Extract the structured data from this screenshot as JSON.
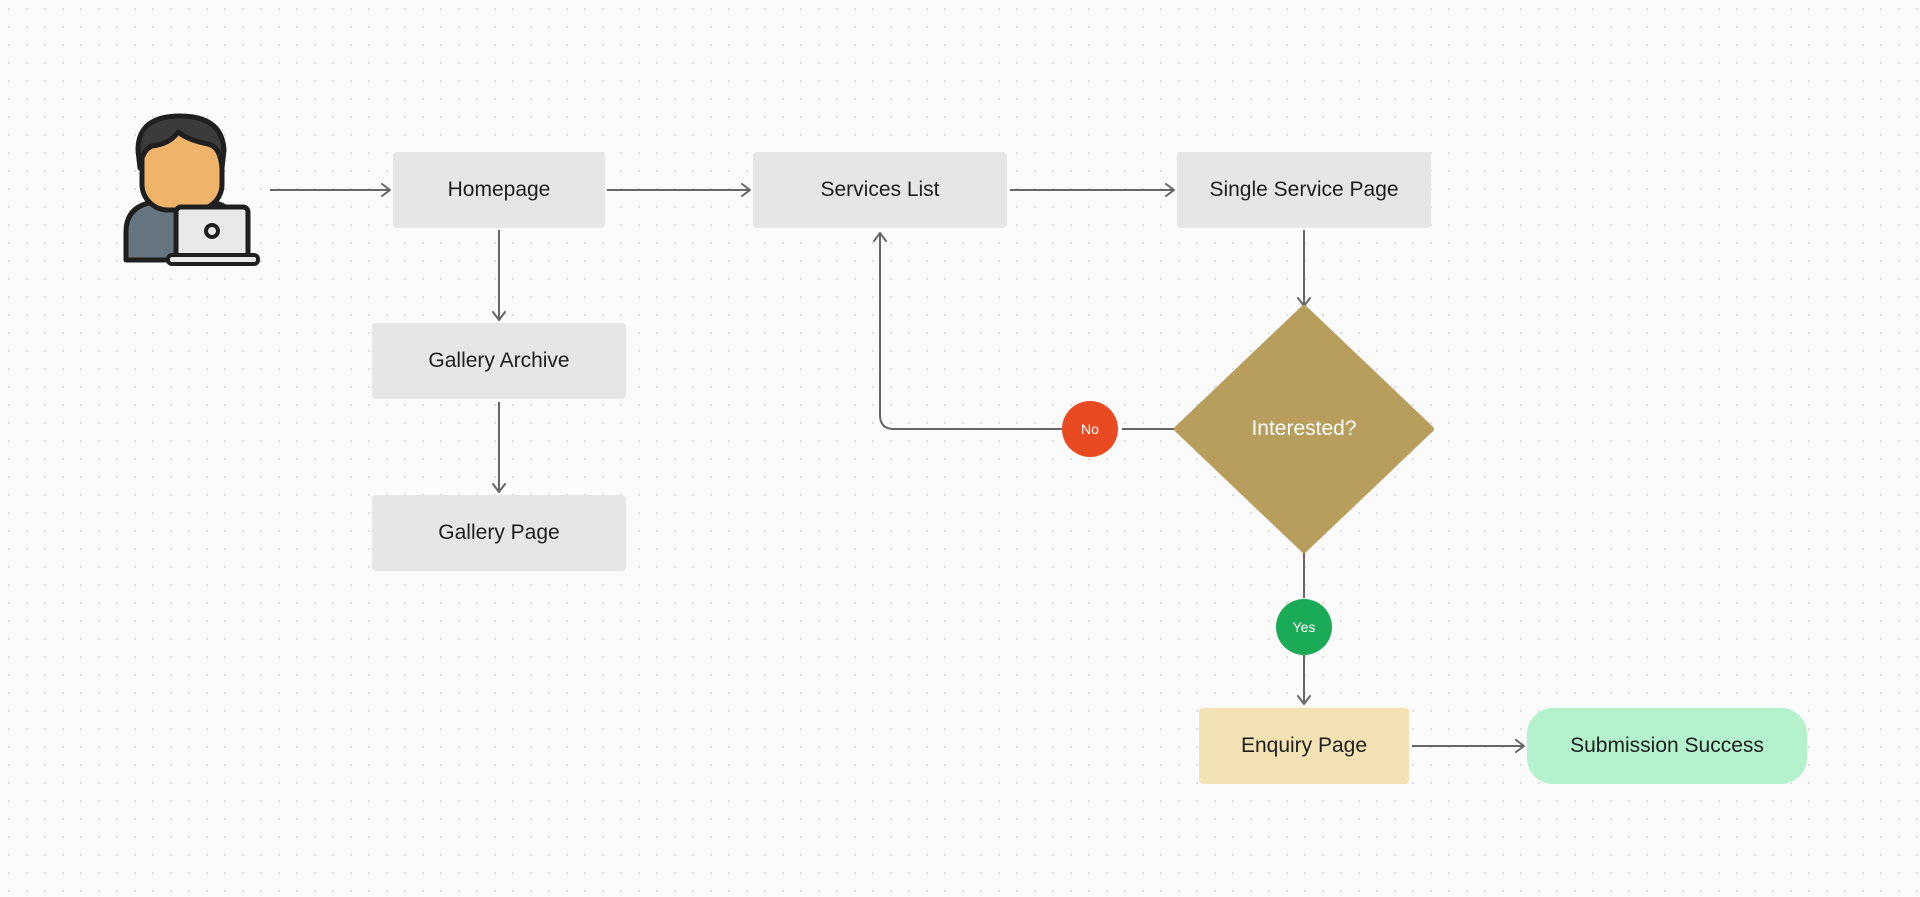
{
  "colors": {
    "page_box": "#e6e6e6",
    "decision": "#b89e5c",
    "no_badge": "#ea4a22",
    "yes_badge": "#1bab56",
    "enquiry_box": "#f3e2b4",
    "success_box": "#b3f2cd",
    "connector": "#666666"
  },
  "user": {
    "icon": "user-with-laptop-icon"
  },
  "nodes": {
    "homepage": "Homepage",
    "services_list": "Services List",
    "single_service_page": "Single Service Page",
    "gallery_archive": "Gallery Archive",
    "gallery_page": "Gallery Page",
    "interested": "Interested?",
    "enquiry_page": "Enquiry Page",
    "submission_success": "Submission Success"
  },
  "badges": {
    "no": "No",
    "yes": "Yes"
  },
  "edges": [
    {
      "from": "user",
      "to": "homepage"
    },
    {
      "from": "homepage",
      "to": "services_list"
    },
    {
      "from": "services_list",
      "to": "single_service_page"
    },
    {
      "from": "homepage",
      "to": "gallery_archive"
    },
    {
      "from": "gallery_archive",
      "to": "gallery_page"
    },
    {
      "from": "single_service_page",
      "to": "interested"
    },
    {
      "from": "interested",
      "to": "services_list",
      "label": "No"
    },
    {
      "from": "interested",
      "to": "enquiry_page",
      "label": "Yes"
    },
    {
      "from": "enquiry_page",
      "to": "submission_success"
    }
  ]
}
